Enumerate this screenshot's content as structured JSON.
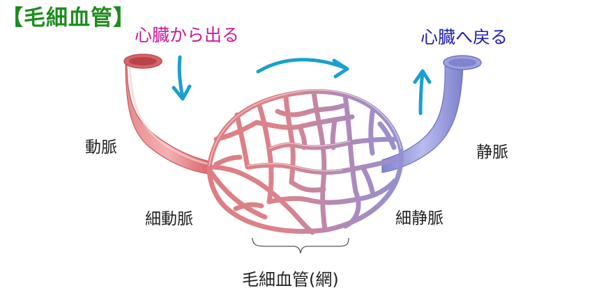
{
  "title": "【毛細血管】",
  "from_heart": "心臓から出る",
  "to_heart": "心臓へ戻る",
  "labels": {
    "artery": "動脈",
    "vein": "静脈",
    "arteriole": "細動脈",
    "venule": "細静脈",
    "capillary": "毛細血管(網)"
  },
  "colors": {
    "title": "#1e8c1e",
    "from_heart": "#cc1a9a",
    "to_heart": "#2020b0",
    "artery": "#e07a7e",
    "vein": "#8e92d8",
    "arrow": "#1aa0cc"
  }
}
